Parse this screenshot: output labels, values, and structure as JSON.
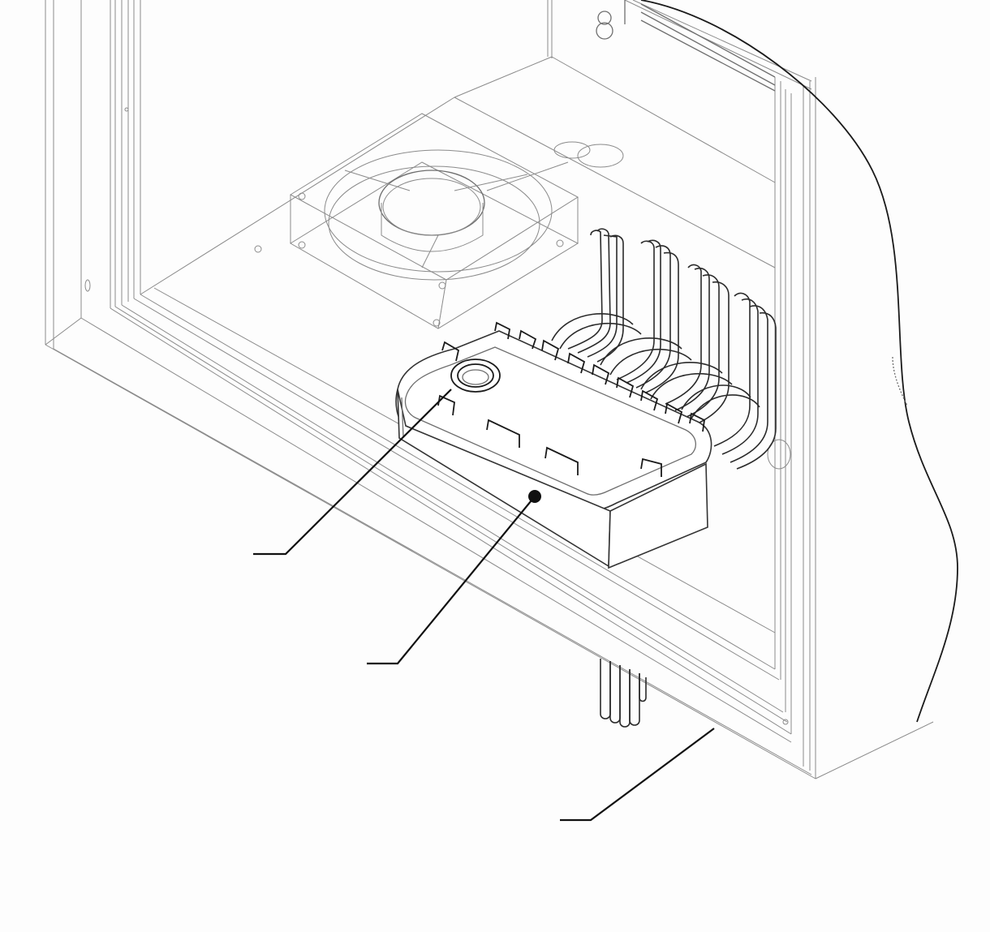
{
  "figure": {
    "kind": "technical-line-drawing",
    "description_tags": [
      "enclosure-cabinet",
      "cooling-fan",
      "terminal-box",
      "wire-bundle"
    ],
    "callouts": [
      "terminal-box-grommet-leader",
      "terminal-box-body-leader",
      "cabinet-frame-leader"
    ],
    "colors": {
      "line": "#1a1a1a",
      "light_line": "#8a8a8a",
      "background": "#fdfdfd"
    }
  }
}
